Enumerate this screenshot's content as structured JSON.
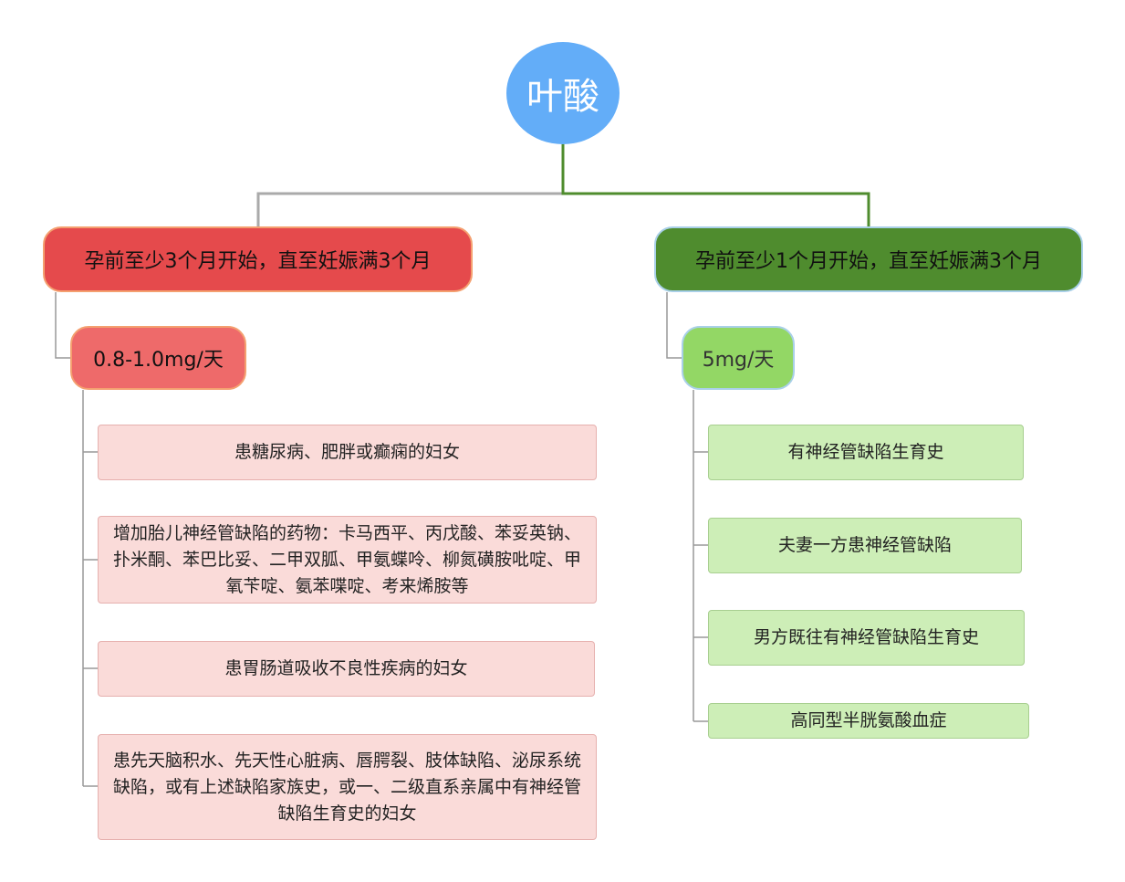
{
  "root": {
    "label": "叶酸"
  },
  "left_branch": {
    "label": "孕前至少3个月开始，直至妊娠满3个月",
    "dose": "0.8-1.0mg/天",
    "items": [
      "患糖尿病、肥胖或癫痫的妇女",
      "增加胎儿神经管缺陷的药物：卡马西平、丙戊酸、苯妥英钠、扑米酮、苯巴比妥、二甲双胍、甲氨蝶呤、柳氮磺胺吡啶、甲氧苄啶、氨苯喋啶、考来烯胺等",
      "患胃肠道吸收不良性疾病的妇女",
      "患先天脑积水、先天性心脏病、唇腭裂、肢体缺陷、泌尿系统缺陷，或有上述缺陷家族史，或一、二级直系亲属中有神经管缺陷生育史的妇女"
    ]
  },
  "right_branch": {
    "label": "孕前至少1个月开始，直至妊娠满3个月",
    "dose": "5mg/天",
    "items": [
      "有神经管缺陷生育史",
      "夫妻一方患神经管缺陷",
      "男方既往有神经管缺陷生育史",
      "高同型半胱氨酸血症"
    ]
  },
  "colors": {
    "root": "#63adf8",
    "left_branch": "#e54a4c",
    "left_dose": "#ee6a6a",
    "left_leaf": "#fadbd9",
    "right_branch": "#4f8c2e",
    "right_dose": "#93d765",
    "right_leaf": "#cdeeb7"
  }
}
